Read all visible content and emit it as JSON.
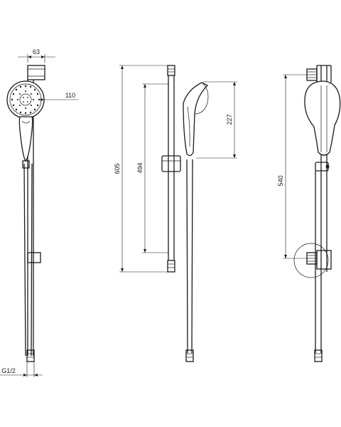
{
  "dimensions": {
    "head_width": "63",
    "head_diameter": "110",
    "thread": "G1/2",
    "overall_height": "605",
    "rail_length": "494",
    "handshower_length": "227",
    "bracket_spacing": "540"
  },
  "colors": {
    "line": "#1a1a1a",
    "background": "#ffffff"
  }
}
